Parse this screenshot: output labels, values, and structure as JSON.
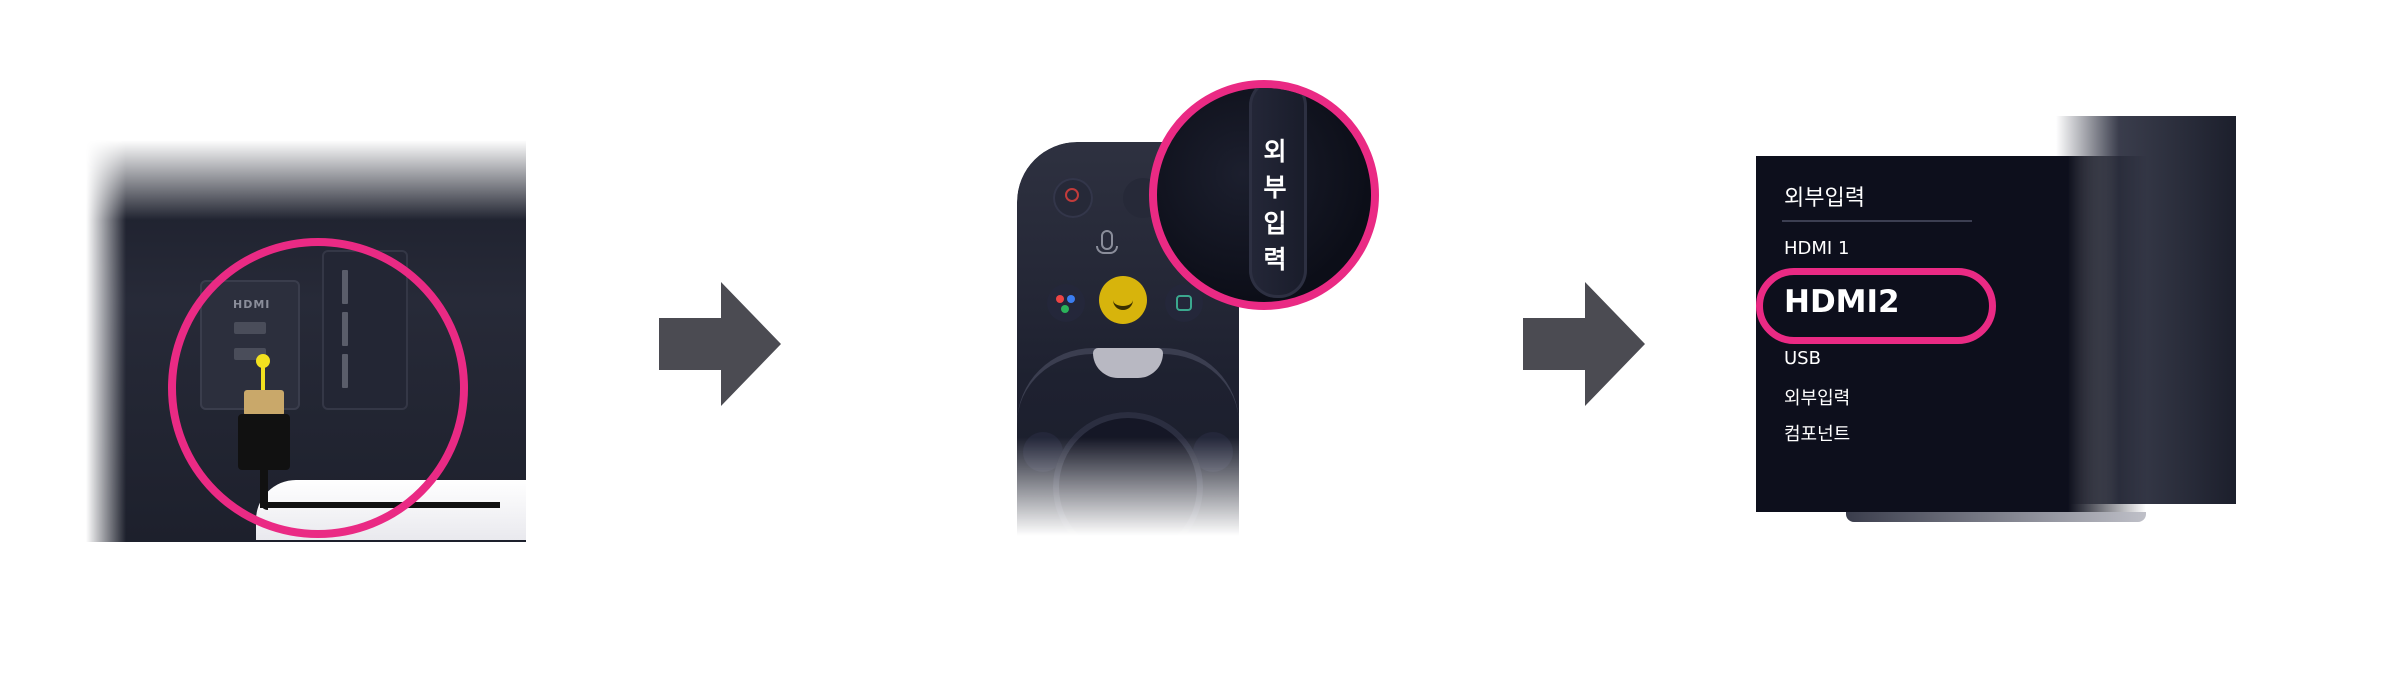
{
  "colors": {
    "highlight": "#ea2a84",
    "cable": "#f2e11f",
    "arrow": "#4b4b52"
  },
  "step1": {
    "port_label": "HDMI"
  },
  "step2": {
    "remote_key_label": "외\n부\n입\n력"
  },
  "step3": {
    "menu_title": "외부입력",
    "items": [
      "HDMI 1",
      "HDMI2",
      "USB",
      "외부입력",
      "컴포넌트"
    ],
    "selected": "HDMI2"
  },
  "icons": [
    "hdmi-port-icon",
    "power-icon",
    "microphone-icon",
    "assistant-icon",
    "smile-icon",
    "app-icon",
    "arrow-right-icon"
  ]
}
